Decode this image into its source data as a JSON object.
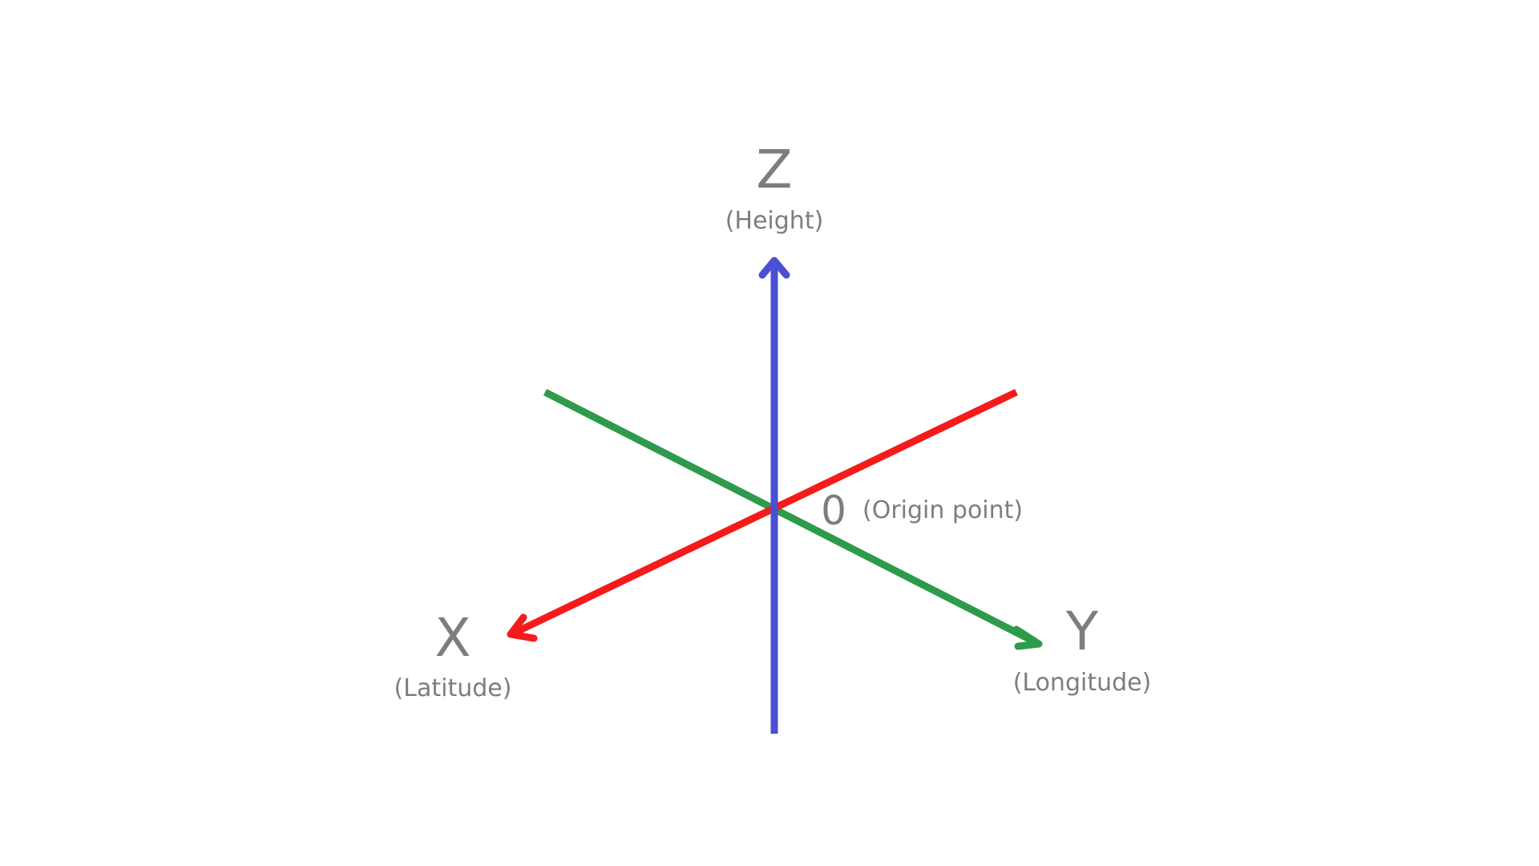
{
  "axes": {
    "z": {
      "letter": "Z",
      "caption": "(Height)",
      "color": "#4b4fd4"
    },
    "x": {
      "letter": "X",
      "caption": "(Latitude)",
      "color": "#f51b1b"
    },
    "y": {
      "letter": "Y",
      "caption": "(Longitude)",
      "color": "#2e9a4c"
    }
  },
  "origin": {
    "label": "0",
    "caption": "(Origin point)"
  },
  "text_color": "#7d7d7d",
  "background": "#ffffff"
}
